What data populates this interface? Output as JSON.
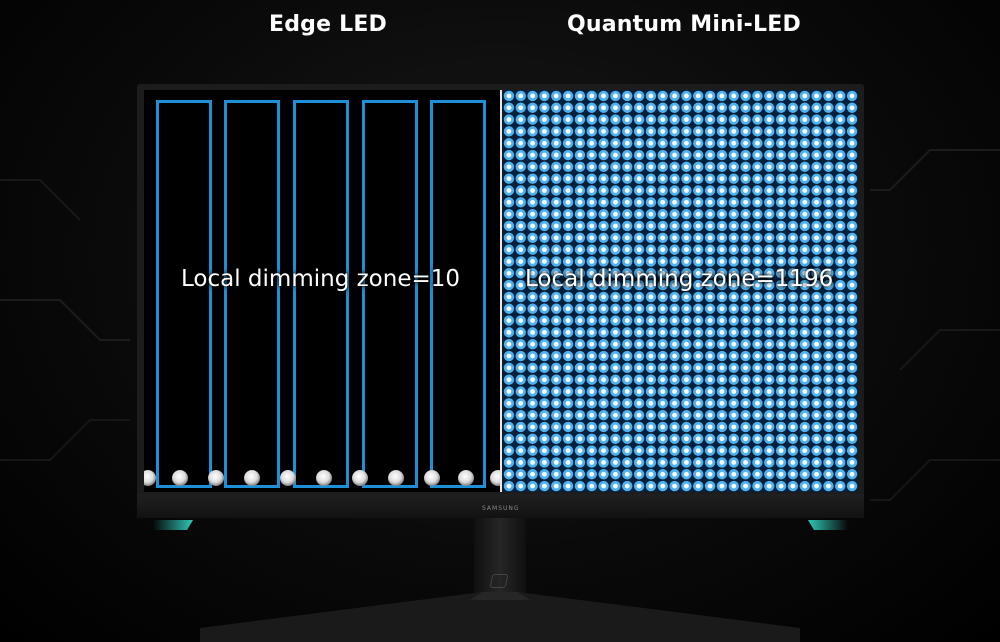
{
  "headings": {
    "left": "Edge LED",
    "right": "Quantum Mini-LED"
  },
  "labels": {
    "left_zone": "Local dimming zone=10",
    "right_zone": "Local dimming zone=1196"
  },
  "brand": "SAMSUNG",
  "colors": {
    "zone_outline": "#1e90d8",
    "mini_led": "#4fb2f0",
    "rgb_accent": "#30c8b8",
    "background": "#000000"
  }
}
